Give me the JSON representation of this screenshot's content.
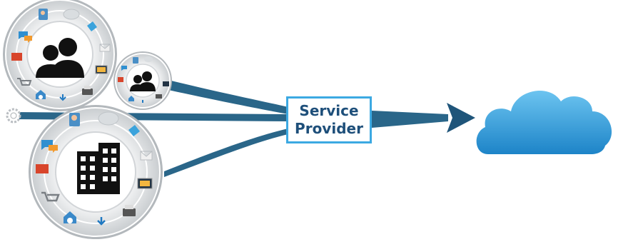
{
  "service_provider": {
    "line1": "Service",
    "line2": "Provider"
  },
  "nodes": [
    {
      "name": "users-hub",
      "central_icon": "user-group-icon"
    },
    {
      "name": "small-users-hub",
      "central_icon": "user-group-icon"
    },
    {
      "name": "enterprise-hub",
      "central_icon": "office-building-icon"
    }
  ],
  "ring_icons": [
    "user-profile-icon",
    "cloud-icon",
    "puzzle-icon",
    "envelope-icon",
    "presentation-icon",
    "printer-icon",
    "download-icon",
    "home-info-icon",
    "shopping-cart-icon",
    "firewall-icon",
    "chat-bubbles-icon"
  ],
  "destination_icon": "cloud-icon",
  "colors": {
    "connector": "#2a6689",
    "connector_dark": "#1f557a",
    "box_border": "#3ca9e2",
    "box_text": "#1e4f7a",
    "cloud_top": "#6cc4f0",
    "cloud_bottom": "#1d84c8",
    "ring_outer": "#c9cdd0",
    "ring_inner": "#e6e8ea"
  }
}
